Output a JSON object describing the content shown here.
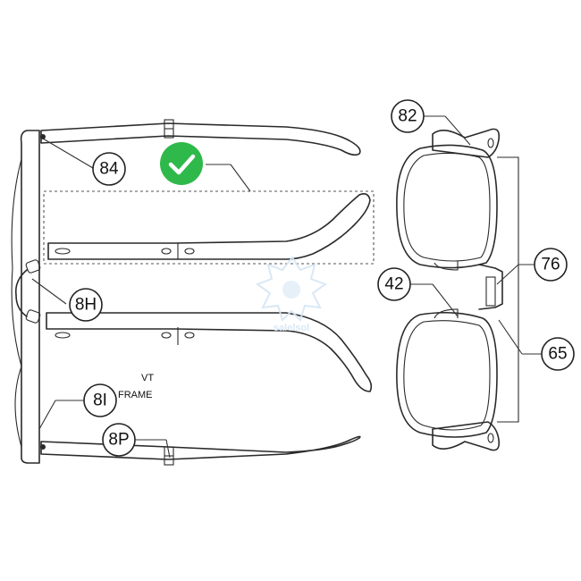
{
  "callouts": [
    {
      "id": "84",
      "label": "84"
    },
    {
      "id": "8H",
      "label": "8H"
    },
    {
      "id": "8I",
      "label": "8I"
    },
    {
      "id": "8P",
      "label": "8P"
    },
    {
      "id": "82",
      "label": "82"
    },
    {
      "id": "76",
      "label": "76"
    },
    {
      "id": "42",
      "label": "42"
    },
    {
      "id": "65",
      "label": "65"
    }
  ],
  "note": {
    "line1": "VT",
    "line2": "FRAME"
  },
  "watermark": "salelsol",
  "colors": {
    "check": "#2fb94a",
    "line": "#2a2a2a",
    "watermark": "#d5e6f5"
  },
  "icons": {
    "selected": "checkmark-icon",
    "watermark": "sun-logo-icon"
  }
}
